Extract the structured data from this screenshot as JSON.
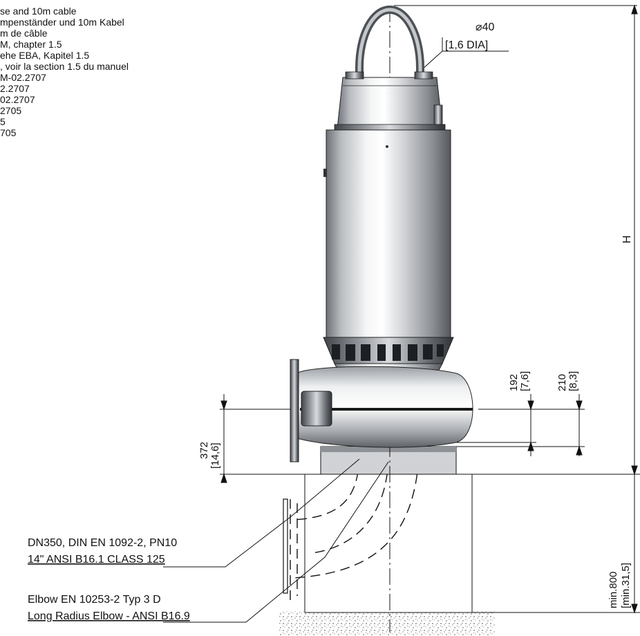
{
  "notes": [
    "se and 10m cable",
    "mpenständer und 10m Kabel",
    "m de câble",
    "M, chapter 1.5",
    "ehe EBA, Kapitel 1.5",
    ", voir la section 1.5 du manuel",
    "M-02.2707",
    "2.2707",
    "02.2707",
    "2705",
    "5",
    "705"
  ],
  "dimensions": {
    "handle_dia": "⌀40",
    "handle_dia_inch": "[1,6 DIA]",
    "height": "H",
    "d192": "192",
    "d192_inch": "[7,6]",
    "d210": "210",
    "d210_inch": "[8,3]",
    "d372": "372",
    "d372_inch": "[14,6]",
    "min800": "min.800",
    "min800_inch": "[min.31,5]"
  },
  "callouts": {
    "flange_line1": "DN350, DIN EN 1092-2, PN10",
    "flange_line2": "14\" ANSI B16.1 CLASS 125",
    "elbow_line1": "Elbow EN 10253-2 Typ 3 D",
    "elbow_line2": "Long Radius Elbow - ANSI B16.9"
  }
}
